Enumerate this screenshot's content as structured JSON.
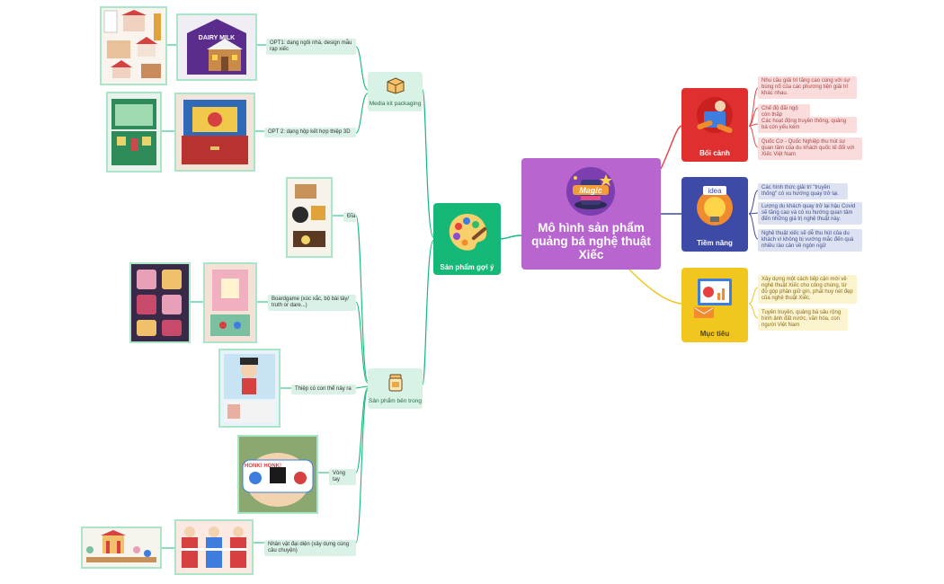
{
  "center": {
    "title": "Mô hình sản phẩm quảng bá nghệ thuật Xiếc",
    "badge_text": "Magic"
  },
  "product_branch": {
    "label": "Sản phẩm gợi ý"
  },
  "sub_branches": {
    "media_kit": {
      "label": "Media kit packaging"
    },
    "inner_products": {
      "label": "Sản phẩm bên trong"
    }
  },
  "leaves": {
    "opt1": "OPT1: dạng ngôi nhà, design mẫu rạp xiếc",
    "opt2": "OPT 2: dạng hộp kết hợp thiệp 3D",
    "dia": "Đĩa",
    "boardgame": "Boardgame (xúc xắc, bộ bài tây/ truth or dare...)",
    "thiep": "Thiệp có con thể nảy ra",
    "vongtay": "Vòng tay",
    "nhanvat": "Nhân vật đại diện (xây dựng cùng câu chuyện)"
  },
  "photos": {
    "box_text": "DAIRY MILK",
    "wristband_text": "HONK! HONK!"
  },
  "categories": {
    "boi_canh": {
      "label": "Bối cảnh",
      "color": "#e02f2f",
      "notes": [
        "Nhu cầu giải trí tăng cao cùng với sự bùng nổ của các phương tiện giải trí khác nhau.",
        "Chế độ đãi ngộ còn thấp",
        "Các hoạt động truyền thông, quảng bá còn yếu kém",
        "Quốc Cơ - Quốc Nghiệp thu hút sự quan tâm của du khách quốc tế đối với Xiếc Việt Nam"
      ]
    },
    "tiem_nang": {
      "label": "Tiềm năng",
      "color": "#3d4aa6",
      "notes": [
        "Các hình thức giải trí \"truyền thống\" có xu hướng quay trở lại.",
        "Lượng du khách quay trở lại hậu Covid sẽ tăng cao và có xu hướng quan tâm đến những giá trị nghệ thuật này.",
        "Nghệ thuật xiếc sẽ dễ thu hút của du khách vì không bị vướng mắc đến quá nhiều rào cản về ngôn ngữ"
      ]
    },
    "muc_tieu": {
      "label": "Mục tiêu",
      "color": "#f0c61f",
      "notes": [
        "Xây dựng một cách tiếp cận mới về nghệ thuật Xiếc cho công chúng, từ đó góp phần giữ gìn, phát huy nét đẹp của nghệ thuật Xiếc.",
        "Tuyên truyền, quảng bá sâu rộng hình ảnh đất nước, văn hóa, con người Việt Nam"
      ]
    }
  },
  "icons": {
    "center": "magic-hat-icon",
    "product": "palette-icon",
    "media_kit": "box-icon",
    "inner": "product-jar-icon",
    "boi_canh": "stress-icon",
    "tiem_nang": "idea-icon",
    "muc_tieu": "presentation-icon"
  }
}
